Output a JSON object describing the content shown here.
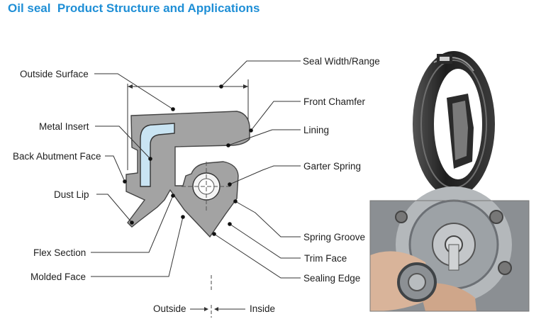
{
  "title": "Oil seal  Product Structure and Applications",
  "labels": {
    "seal_width_range": "Seal Width/Range",
    "outside_surface": "Outside Surface",
    "front_chamfer": "Front Chamfer",
    "metal_insert": "Metal Insert",
    "lining": "Lining",
    "back_abutment_face": "Back Abutment Face",
    "garter_spring": "Garter Spring",
    "dust_lip": "Dust Lip",
    "spring_groove": "Spring Groove",
    "flex_section": "Flex Section",
    "trim_face": "Trim Face",
    "molded_face": "Molded Face",
    "sealing_edge": "Sealing Edge",
    "outside": "Outside",
    "inside": "Inside"
  },
  "colors": {
    "title": "#1f8fd6",
    "rubber": "#a3a3a3",
    "metal_insert": "#c9e4f3",
    "seal_dark": "#2b2b2b"
  }
}
